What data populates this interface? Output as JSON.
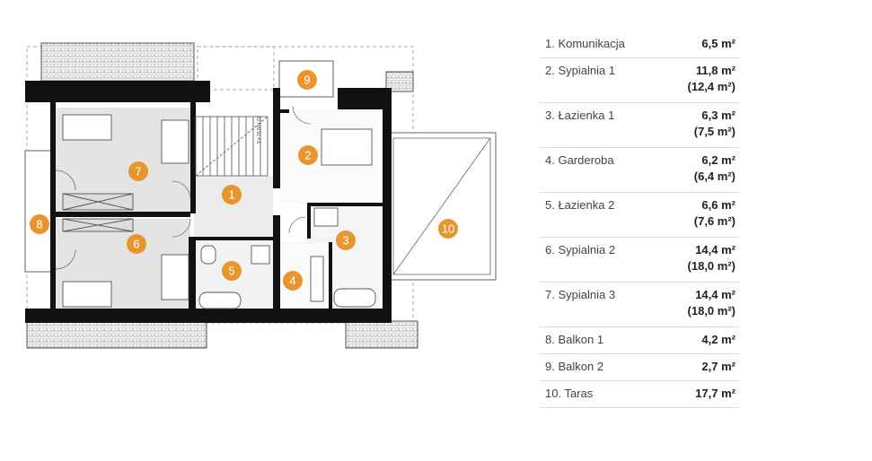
{
  "plan": {
    "stair_label": "9 x 16,83\n27",
    "rooms": [
      {
        "id": "1",
        "color": "#e8952e"
      },
      {
        "id": "2",
        "color": "#e8952e"
      },
      {
        "id": "3",
        "color": "#e8952e"
      },
      {
        "id": "4",
        "color": "#e8952e"
      },
      {
        "id": "5",
        "color": "#e8952e"
      },
      {
        "id": "6",
        "color": "#e8952e"
      },
      {
        "id": "7",
        "color": "#e8952e"
      },
      {
        "id": "8",
        "color": "#e8952e"
      },
      {
        "id": "9",
        "color": "#e8952e"
      },
      {
        "id": "10",
        "color": "#e8952e"
      }
    ]
  },
  "legend": [
    {
      "name": "1. Komunikacja",
      "area": "6,5 m²",
      "sub": ""
    },
    {
      "name": "2. Sypialnia 1",
      "area": "11,8 m²",
      "sub": "(12,4 m²)"
    },
    {
      "name": "3. Łazienka 1",
      "area": "6,3 m²",
      "sub": "(7,5 m²)"
    },
    {
      "name": "4. Garderoba",
      "area": "6,2 m²",
      "sub": "(6,4 m²)"
    },
    {
      "name": "5. Łazienka 2",
      "area": "6,6 m²",
      "sub": "(7,6 m²)"
    },
    {
      "name": "6. Sypialnia 2",
      "area": "14,4 m²",
      "sub": "(18,0 m²)"
    },
    {
      "name": "7. Sypialnia 3",
      "area": "14,4 m²",
      "sub": "(18,0 m²)"
    },
    {
      "name": "8. Balkon 1",
      "area": "4,2 m²",
      "sub": ""
    },
    {
      "name": "9. Balkon 2",
      "area": "2,7 m²",
      "sub": ""
    },
    {
      "name": "10. Taras",
      "area": "17,7 m²",
      "sub": ""
    }
  ]
}
